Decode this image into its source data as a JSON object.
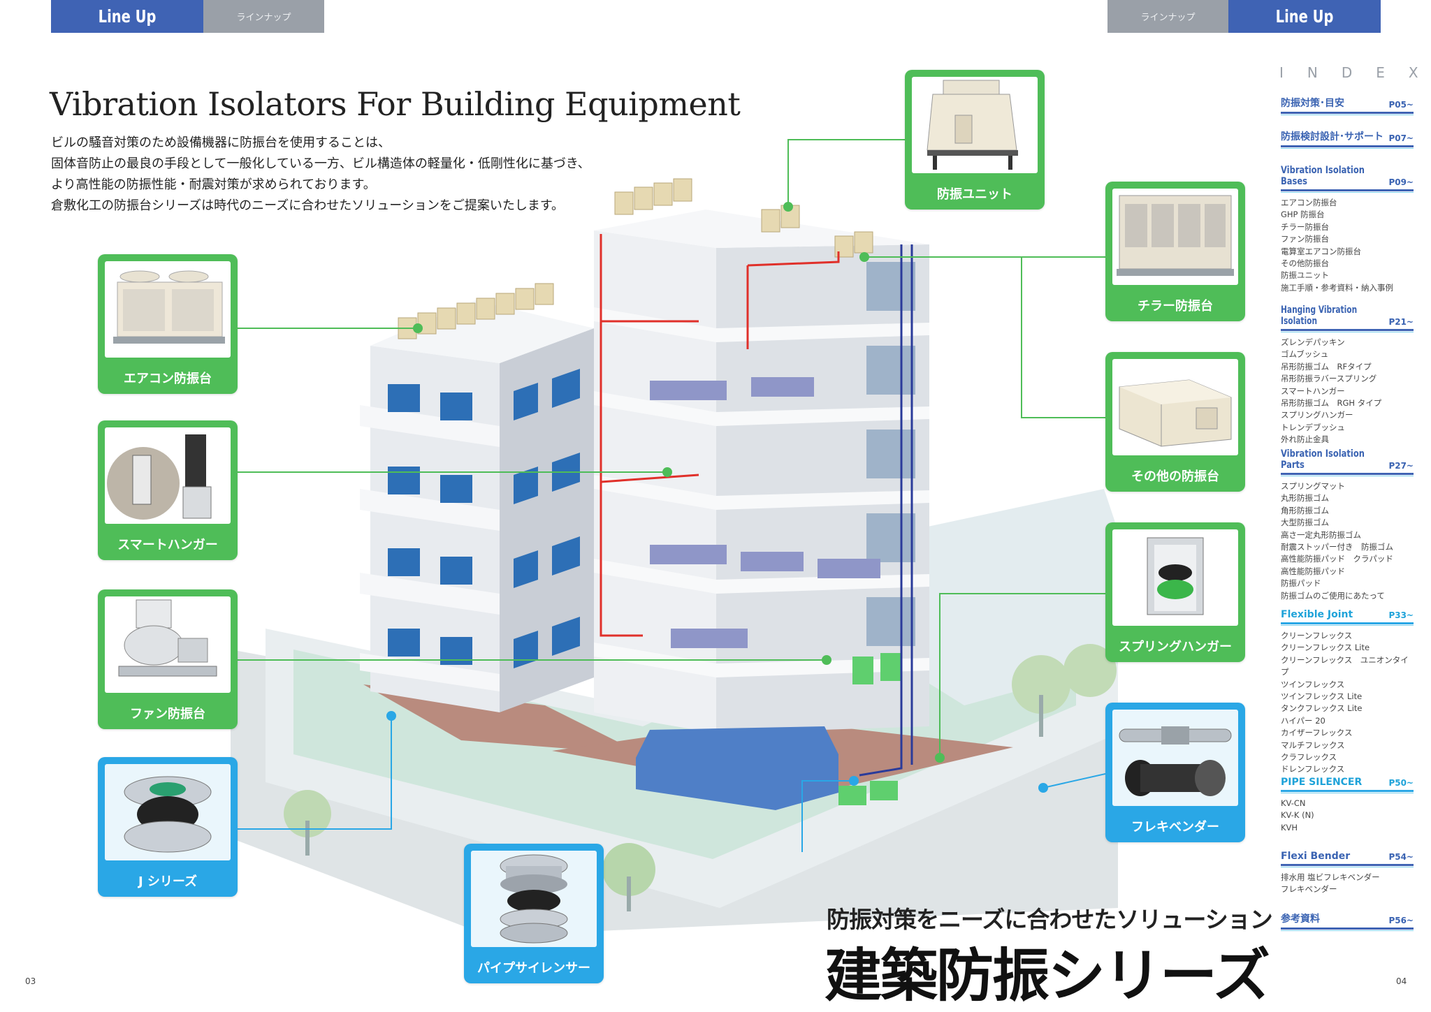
{
  "header": {
    "left_lineup": "Line Up",
    "left_sub": "ラインナップ",
    "right_sub": "ラインナップ",
    "right_lineup": "Line Up"
  },
  "headline": "Vibration Isolators For Building Equipment",
  "intro": [
    "ビルの騒音対策のため設備機器に防振台を使用することは、",
    "固体音防止の最良の手段として一般化している一方、ビル構造体の軽量化・低剛性化に基づき、",
    "より高性能の防振性能・耐震対策が求められております。",
    "倉敷化工の防振台シリーズは時代のニーズに合わせたソリューションをご提案いたします。"
  ],
  "cards": {
    "aircon": "エアコン防振台",
    "smart_hanger": "スマートハンガー",
    "fan": "ファン防振台",
    "j_series": "J シリーズ",
    "pipe_silencer": "パイプサイレンサー",
    "unit": "防振ユニット",
    "chiller": "チラー防振台",
    "other": "その他の防振台",
    "spring_hanger": "スプリングハンガー",
    "flexi": "フレキベンダー"
  },
  "tagline": {
    "line1": "防振対策をニーズに合わせたソリューション",
    "line2": "建築防振シリーズ"
  },
  "page_left": "03",
  "page_right": "04",
  "index": {
    "title": "INDEX",
    "sections": [
      {
        "title": "防振対策･目安",
        "page": "P05~",
        "items": []
      },
      {
        "title": "防振検討設計･サポート",
        "page": "P07~",
        "items": []
      },
      {
        "title": "Vibration Isolation Bases",
        "page": "P09~",
        "items": [
          "エアコン防振台",
          "GHP 防振台",
          "チラー防振台",
          "ファン防振台",
          "電算室エアコン防振台",
          "その他防振台",
          "防振ユニット",
          "施工手順・参考資料・納入事例"
        ]
      },
      {
        "title": "Hanging Vibration Isolation",
        "page": "P21~",
        "items": [
          "ズレンデパッキン",
          "ゴムブッシュ",
          "吊形防振ゴム　RFタイプ",
          "吊形防振ラバースプリング",
          "スマートハンガー",
          "吊形防振ゴム　RGH タイプ",
          "スプリングハンガー",
          "トレンデブッシュ",
          "外れ防止金具"
        ]
      },
      {
        "title": "Vibration Isolation Parts",
        "page": "P27~",
        "items": [
          "スプリングマット",
          "丸形防振ゴム",
          "角形防振ゴム",
          "大型防振ゴム",
          "高さ一定丸形防振ゴム",
          "耐震ストッパー付き　防振ゴム",
          "高性能防振パッド　クラパッド",
          "高性能防振パッド",
          "防振パッド",
          "防振ゴムのご使用にあたって"
        ]
      },
      {
        "title": "Flexible Joint",
        "page": "P33~",
        "items": [
          "クリーンフレックス",
          "クリーンフレックス Lite",
          "クリーンフレックス　ユニオンタイプ",
          "ツインフレックス",
          "ツインフレックス Lite",
          "タンクフレックス Lite",
          "ハイパー 20",
          "カイザーフレックス",
          "マルチフレックス",
          "クラフレックス",
          "ドレンフレックス"
        ]
      },
      {
        "title": "PIPE SILENCER",
        "page": "P50~",
        "items": [
          "KV-CN",
          "KV-K (N)",
          "KVH"
        ]
      },
      {
        "title": "Flexi Bender",
        "page": "P54~",
        "items": [
          "排水用 塩ビフレキベンダー",
          "フレキベンダー"
        ]
      },
      {
        "title": "参考資料",
        "page": "P56~",
        "items": []
      }
    ]
  },
  "colors": {
    "tab_blue": "#3f63b4",
    "tab_grey": "#9aa0a8",
    "card_green": "#4fbd58",
    "card_blue": "#2aa7e6",
    "pipe_red": "#e0302a",
    "pipe_navy": "#2a3b9a"
  }
}
